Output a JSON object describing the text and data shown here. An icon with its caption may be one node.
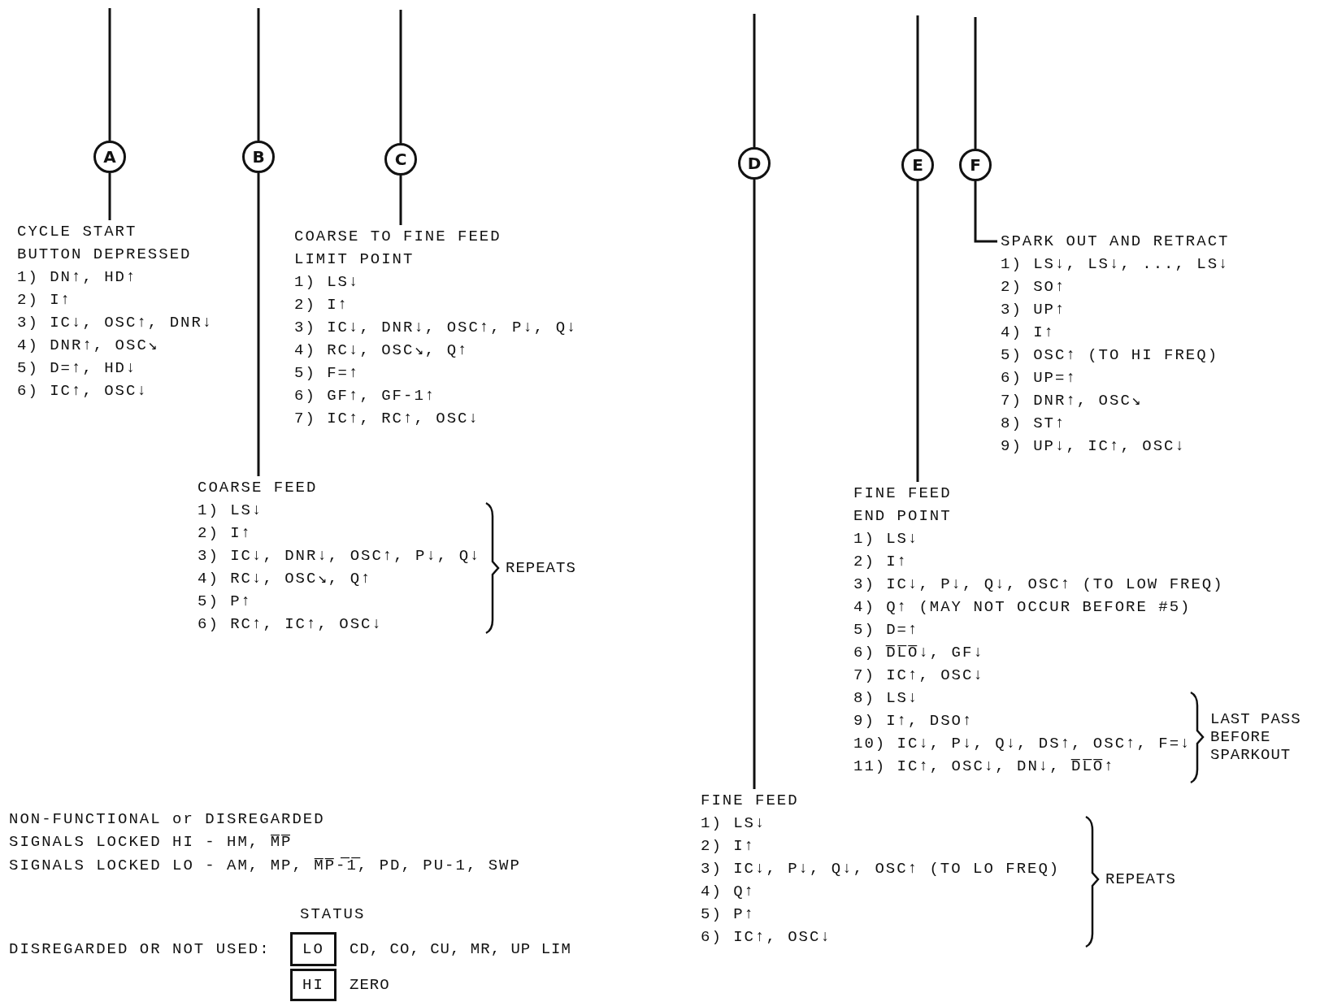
{
  "diagram": {
    "nodes": [
      {
        "text": [
          "A"
        ]
      },
      {
        "text": [
          "B"
        ]
      },
      {
        "text": [
          "C"
        ]
      },
      {
        "text": [
          "D"
        ]
      },
      {
        "text": [
          "E"
        ]
      },
      {
        "text": [
          "F"
        ]
      },
      {
        "text": [
          "CYCLE START BUTTON DEPRESSED",
          "1) DN↑, HD↑",
          "2) I↑",
          "3) IC↓, OSC↑, DNR↓",
          "4) DNR↑, OSC↘",
          "5) D=↑, HD↓",
          "6) IC↑, OSC↓"
        ]
      },
      {
        "text": [
          "COARSE TO FINE FEED LIMIT POINT",
          "1) LS↓",
          "2) I↑",
          "3) IC↓, DNR↓, OSC↑, P↓, Q↓",
          "4) RC↓, OSC↘, Q↑",
          "5) F=↑",
          "6) GF↑, GF-1↑",
          "7) IC↑, RC↑, OSC↓"
        ]
      },
      {
        "text": [
          "SPARK OUT AND RETRACT",
          "1) LS↓, LS↓, ..., LS↓",
          "2) SO↑",
          "3) UP↑",
          "4) I↑",
          "5) OSC↑ (TO HI FREQ)",
          "6) UP=↑",
          "7) DNR↑, OSC↘",
          "8) ST↑",
          "9) UP↓, IC↑, OSC↓"
        ]
      },
      {
        "text": [
          "COARSE FEED",
          "1) LS↓",
          "2) I↑",
          "3) IC↓, DNR↓, OSC↑, P↓, Q↓",
          "4) RC↓, OSC↘, Q↑",
          "5) P↑",
          "6) RC↑, IC↑, OSC↓"
        ],
        "beside": [
          "REPEATS"
        ]
      },
      {
        "text": [
          "FINE FEED END POINT",
          "1) LS↓",
          "2) I↑",
          "3) IC↓, P↓, Q↓, OSC↑ (TO LOW FREQ)",
          "4) Q↑ (MAY NOT OCCUR BEFORE #5)",
          "5) D=↑",
          "6) D̅L̅O̅↓, GF↓",
          "7) IC↑, OSC↓",
          "8) LS↓",
          "9) I↑, DSO↑",
          "10) IC↓, P↓, Q↓, DS↑, OSC↑, F=↓",
          "11) IC↑, OSC↓, DN↓, D̅L̅O̅↑"
        ],
        "beside": [
          "LAST PASS BEFORE SPARKOUT"
        ]
      },
      {
        "text": [
          "FINE FEED",
          "1) LS↓",
          "2) I↑",
          "3) IC↓, P↓, Q↓, OSC↑ (TO LO FREQ)",
          "4) Q↑",
          "5) P↑",
          "6) IC↑, OSC↓"
        ],
        "beside": [
          "REPEATS"
        ]
      },
      {
        "text": [
          "LO"
        ],
        "beside": [
          "CD, CO, CU, MR, UP LIM"
        ]
      },
      {
        "text": [
          "HI"
        ],
        "beside": [
          "ZERO"
        ]
      }
    ],
    "edges": [
      {
        "from": null,
        "to": 0,
        "arrow": "none"
      },
      {
        "from": 0,
        "to": 6,
        "arrow": "none"
      },
      {
        "from": null,
        "to": 1,
        "arrow": "none"
      },
      {
        "from": 1,
        "to": 9,
        "arrow": "none"
      },
      {
        "from": null,
        "to": 2,
        "arrow": "none"
      },
      {
        "from": 2,
        "to": 7,
        "arrow": "none"
      },
      {
        "from": null,
        "to": 3,
        "arrow": "none"
      },
      {
        "from": 3,
        "to": 11,
        "arrow": "none"
      },
      {
        "from": null,
        "to": 4,
        "arrow": "none"
      },
      {
        "from": 4,
        "to": 10,
        "arrow": "none"
      },
      {
        "from": null,
        "to": 5,
        "arrow": "none"
      },
      {
        "from": 5,
        "to": 8,
        "arrow": "none"
      }
    ],
    "labels": [
      "NON-FUNCTIONAL or DISREGARDED",
      "SIGNALS LOCKED HI - HM, M̅P̅",
      "SIGNALS LOCKED LO - AM, MP, M̅P̅-̅1̅, PD, PU-1, SWP",
      "STATUS",
      "DISREGARDED OR NOT USED:"
    ]
  }
}
